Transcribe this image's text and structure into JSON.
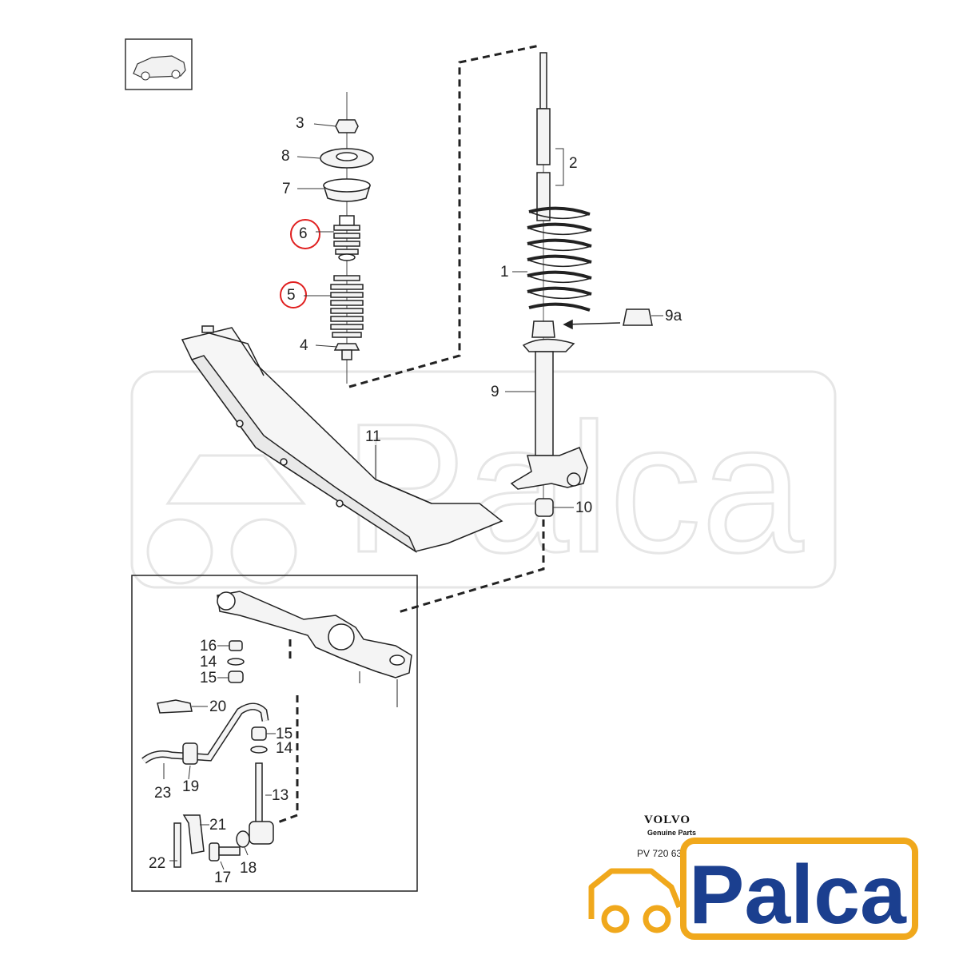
{
  "labels": {
    "l1": "1",
    "l2": "2",
    "l3": "3",
    "l4": "4",
    "l5": "5",
    "l6": "6",
    "l7": "7",
    "l8": "8",
    "l9": "9",
    "l9a": "9a",
    "l10": "10",
    "l11": "11",
    "l13": "13",
    "l14a": "14",
    "l14b": "14",
    "l15a": "15",
    "l15b": "15",
    "l16": "16",
    "l17": "17",
    "l18": "18",
    "l19": "19",
    "l20": "20",
    "l21": "21",
    "l22": "22",
    "l23": "23"
  },
  "brand": {
    "volvo": "VOLVO",
    "genuine": "Genuine Parts",
    "pv": "PV 720 63",
    "palca": "Palca"
  },
  "highlight_color": "#e02020",
  "accent_colors": {
    "palca_blue": "#1b3f8f",
    "palca_orange": "#f0a81c"
  }
}
